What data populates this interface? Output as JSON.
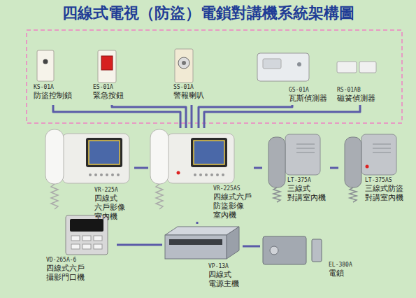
{
  "diagram": {
    "title": "四線式電視（防盜）電鎖對講機系統架構圖",
    "nodes": [
      {
        "text": [
          "KS-01A",
          "防盜控制鎖"
        ]
      },
      {
        "text": [
          "ES-01A",
          "緊急按鈕"
        ]
      },
      {
        "text": [
          "SS-01A",
          "警報喇叭"
        ]
      },
      {
        "text": [
          "GS-01A",
          "瓦斯偵測器"
        ]
      },
      {
        "text": [
          "RS-01AB",
          "磁簧偵測器"
        ]
      },
      {
        "text": [
          "VR-225A",
          "四線式 六戶影像 室內機"
        ]
      },
      {
        "text": [
          "VR-225AS",
          "四線式六戶 防盜影像 室內機"
        ]
      },
      {
        "text": [
          "LT-375A",
          "三線式 對講室內機"
        ]
      },
      {
        "text": [
          "LT-375AS",
          "三線式防盜 對講室內機"
        ]
      },
      {
        "text": [
          "VD-265A-6",
          "四線式六戶 攝影門口機"
        ]
      },
      {
        "text": [
          "VP-13A",
          "四線式 電源主機"
        ]
      },
      {
        "text": [
          "EL-380A",
          "電鎖"
        ]
      }
    ],
    "edges": [
      {
        "from": 0,
        "to": 6,
        "arrow": "none"
      },
      {
        "from": 1,
        "to": 6,
        "arrow": "none"
      },
      {
        "from": 2,
        "to": 6,
        "arrow": "none"
      },
      {
        "from": 3,
        "to": 6,
        "arrow": "none"
      },
      {
        "from": 4,
        "to": 6,
        "arrow": "none"
      },
      {
        "from": 5,
        "to": 6,
        "arrow": "none"
      },
      {
        "from": 6,
        "to": 7,
        "arrow": "none"
      },
      {
        "from": 7,
        "to": 8,
        "arrow": "none"
      },
      {
        "from": 6,
        "to": 10,
        "arrow": "none"
      },
      {
        "from": 9,
        "to": 10,
        "arrow": "none"
      },
      {
        "from": 10,
        "to": 11,
        "arrow": "none"
      }
    ]
  }
}
